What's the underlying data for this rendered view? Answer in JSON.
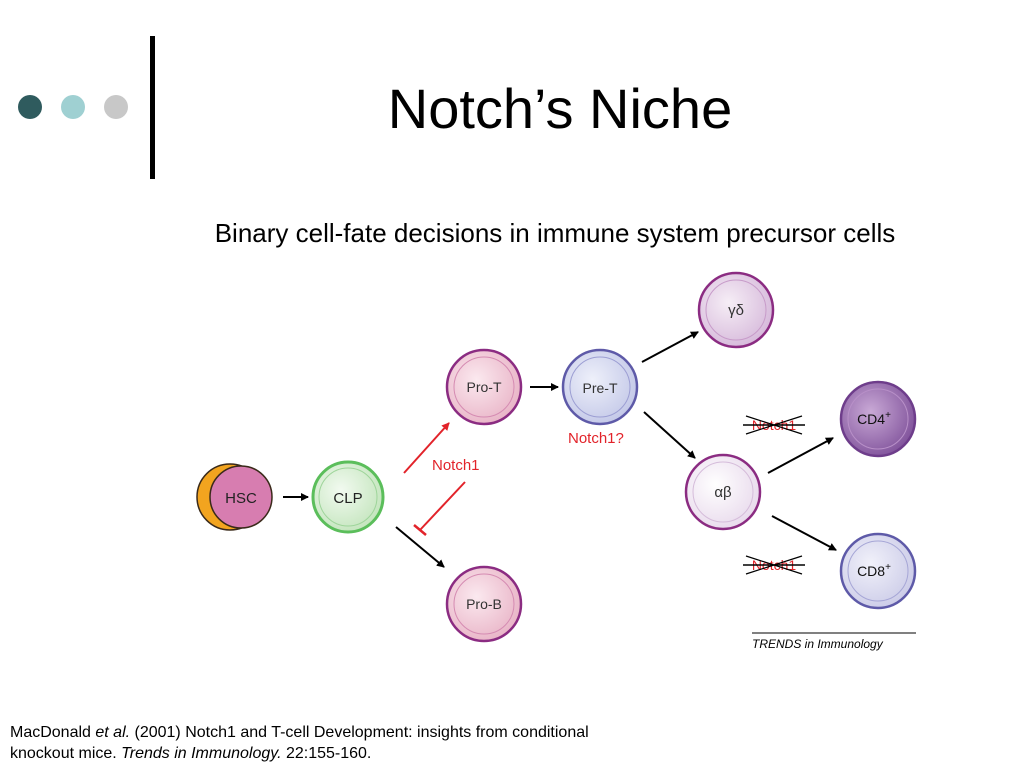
{
  "slide": {
    "title": "Notch’s Niche",
    "subtitle": "Binary cell-fate decisions in immune system precursor cells",
    "nav_dots": [
      {
        "name": "dot-dark",
        "color": "#2F5B5E"
      },
      {
        "name": "dot-light",
        "color": "#9FD0D2"
      },
      {
        "name": "dot-gray",
        "color": "#C8C8C8"
      }
    ]
  },
  "diagram": {
    "cells": {
      "hsc": "HSC",
      "clp": "CLP",
      "pro_t": "Pro-T",
      "pro_b": "Pro-B",
      "pre_t": "Pre-T",
      "gamma_delta": "γδ",
      "alpha_beta": "αβ",
      "cd4": "CD4",
      "cd4_sup": "+",
      "cd8": "CD8",
      "cd8_sup": "+"
    },
    "labels": {
      "notch1": "Notch1",
      "notch1_question": "Notch1?",
      "notch1_crossed_cd4": "Notch1",
      "notch1_crossed_cd8": "Notch1"
    },
    "source": "TRENDS in Immunology",
    "colors": {
      "notch_red": "#E2232A",
      "hsc_fill": "#D77DB0",
      "hsc_crescent": "#F2A41F",
      "clp_ring": "#5BBE5B",
      "pro_ring": "#8B2C82",
      "pre_t_ring": "#5E5AA8",
      "gd_ring": "#8B2C82",
      "ab_ring": "#8B2C82",
      "cd4_ring": "#6E3D8B",
      "cd8_ring": "#5E5AA8"
    }
  },
  "citation": {
    "author": "MacDonald ",
    "et_al": "et al.",
    "part1": "  (2001)  Notch1 and T-cell Development: insights from conditional knockout mice.  ",
    "journal": "Trends in Immunology.",
    "part2": "  22:155-160."
  }
}
